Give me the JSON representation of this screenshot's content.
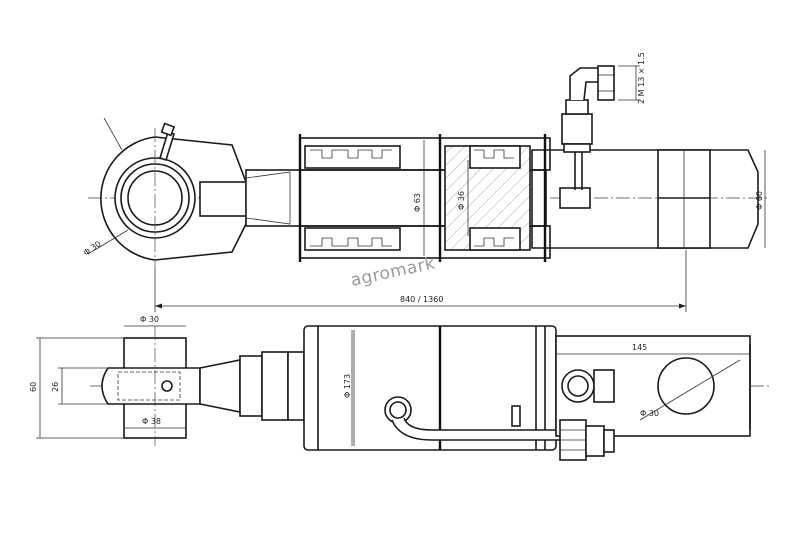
{
  "watermark": "agromark",
  "dimensions": {
    "eye_bore": "Φ 30",
    "piston_rod": "Φ 63",
    "piston_inner": "Φ 36",
    "end_block": "Φ 60",
    "length": "840 / 1360",
    "fitting_thread": "2 M 13 × 1.5",
    "pin_top": "Φ 30",
    "pin_bottom": "Φ 38",
    "height_outer": "60",
    "height_inner": "26",
    "barrel": "Φ 173",
    "stroke_block": "145",
    "end_hole": "Φ 30"
  }
}
